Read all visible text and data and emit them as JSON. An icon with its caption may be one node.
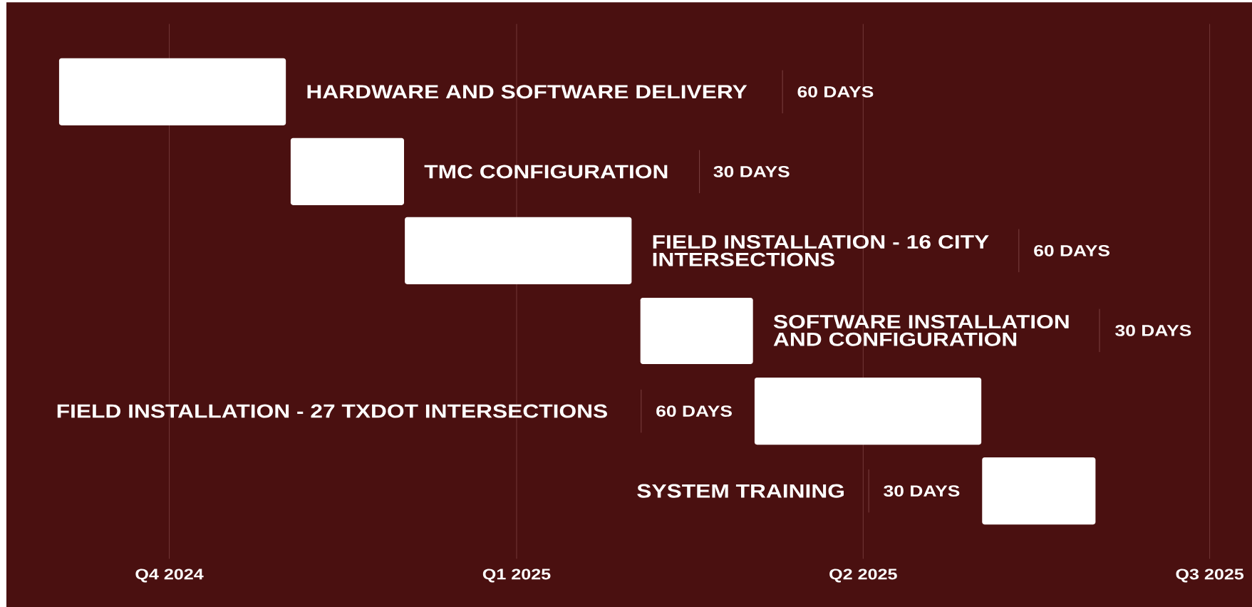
{
  "diagram": {
    "nodes": [
      {
        "text": [],
        "shape": "bar"
      },
      {
        "text": [],
        "shape": "bar"
      },
      {
        "text": [],
        "shape": "bar"
      },
      {
        "text": [],
        "shape": "bar"
      },
      {
        "text": [],
        "shape": "bar"
      },
      {
        "text": [],
        "shape": "bar"
      }
    ],
    "labels": [
      "HARDWARE AND SOFTWARE DELIVERY",
      "60 DAYS",
      "TMC CONFIGURATION",
      "30 DAYS",
      "FIELD INSTALLATION - 16 CITY INTERSECTIONS",
      "60 DAYS",
      "SOFTWARE INSTALLATION AND CONFIGURATION",
      "30 DAYS",
      "FIELD INSTALLATION - 27 TXDOT INTERSECTIONS",
      "60 DAYS",
      "SYSTEM TRAINING",
      "30 DAYS",
      "Q4 2024",
      "Q1 2025",
      "Q2 2025",
      "Q3 2025"
    ]
  }
}
